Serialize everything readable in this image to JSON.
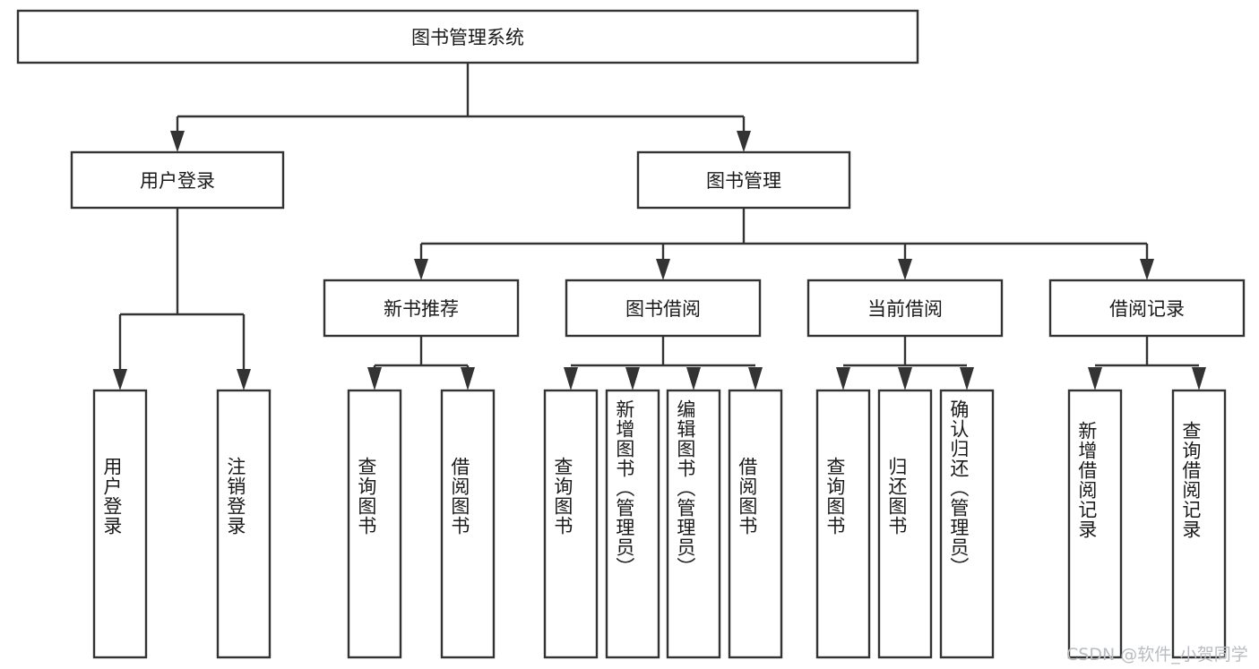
{
  "diagram": {
    "type": "tree",
    "title": "图书管理系统",
    "orientation": "top-down",
    "colors": {
      "box_stroke": "#333333",
      "box_fill": "#ffffff",
      "text": "#1a1a1a",
      "background": "#ffffff",
      "watermark": "#b9bcc0"
    },
    "root": {
      "label": "图书管理系统"
    },
    "level2": [
      {
        "label": "用户登录"
      },
      {
        "label": "图书管理"
      }
    ],
    "level3": [
      {
        "label": "新书推荐"
      },
      {
        "label": "图书借阅"
      },
      {
        "label": "当前借阅"
      },
      {
        "label": "借阅记录"
      }
    ],
    "leaves": {
      "user_login": [
        {
          "label": "用户登录"
        },
        {
          "label": "注销登录"
        }
      ],
      "new_book_recommend": [
        {
          "label": "查询图书"
        },
        {
          "label": "借阅图书"
        }
      ],
      "book_borrow": [
        {
          "label": "查询图书"
        },
        {
          "label": "新增图书（管理员）"
        },
        {
          "label": "编辑图书（管理员）"
        },
        {
          "label": "借阅图书"
        }
      ],
      "current_borrow": [
        {
          "label": "查询图书"
        },
        {
          "label": "归还图书"
        },
        {
          "label": "确认归还（管理员）"
        }
      ],
      "borrow_record": [
        {
          "label": "新增借阅记录"
        },
        {
          "label": "查询借阅记录"
        }
      ]
    }
  },
  "watermark": {
    "text": "CSDN @软件_小贺同学"
  }
}
